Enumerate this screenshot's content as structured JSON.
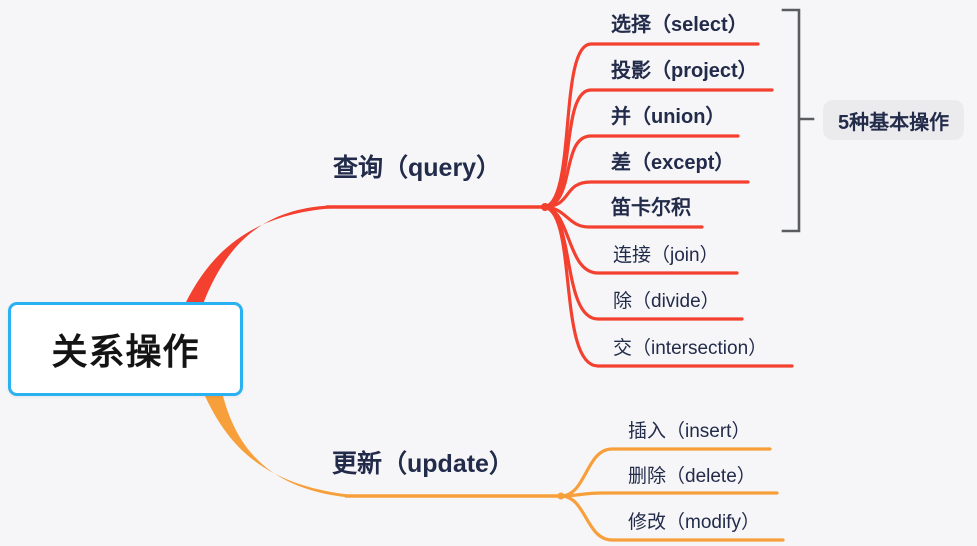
{
  "colors": {
    "background": "#f6f6f8",
    "root_border": "#29b1f2",
    "root_text": "#141414",
    "node_text": "#222b4a",
    "branch_query": "#f3402f",
    "branch_update": "#f7a03b",
    "bracket": "#5a5c5f",
    "annotation_bg": "#ebebee"
  },
  "root": {
    "label": "关系操作"
  },
  "branches": [
    {
      "id": "query",
      "label": "查询（query）",
      "children": [
        {
          "label": "选择（select）"
        },
        {
          "label": "投影（project）"
        },
        {
          "label": "并（union）"
        },
        {
          "label": "差（except）"
        },
        {
          "label": "笛卡尔积"
        },
        {
          "label": "连接（join）"
        },
        {
          "label": "除（divide）"
        },
        {
          "label": "交（intersection）"
        }
      ]
    },
    {
      "id": "update",
      "label": "更新（update）",
      "children": [
        {
          "label": "插入（insert）"
        },
        {
          "label": "删除（delete）"
        },
        {
          "label": "修改（modify）"
        }
      ]
    }
  ],
  "annotation": {
    "label": "5种基本操作"
  }
}
